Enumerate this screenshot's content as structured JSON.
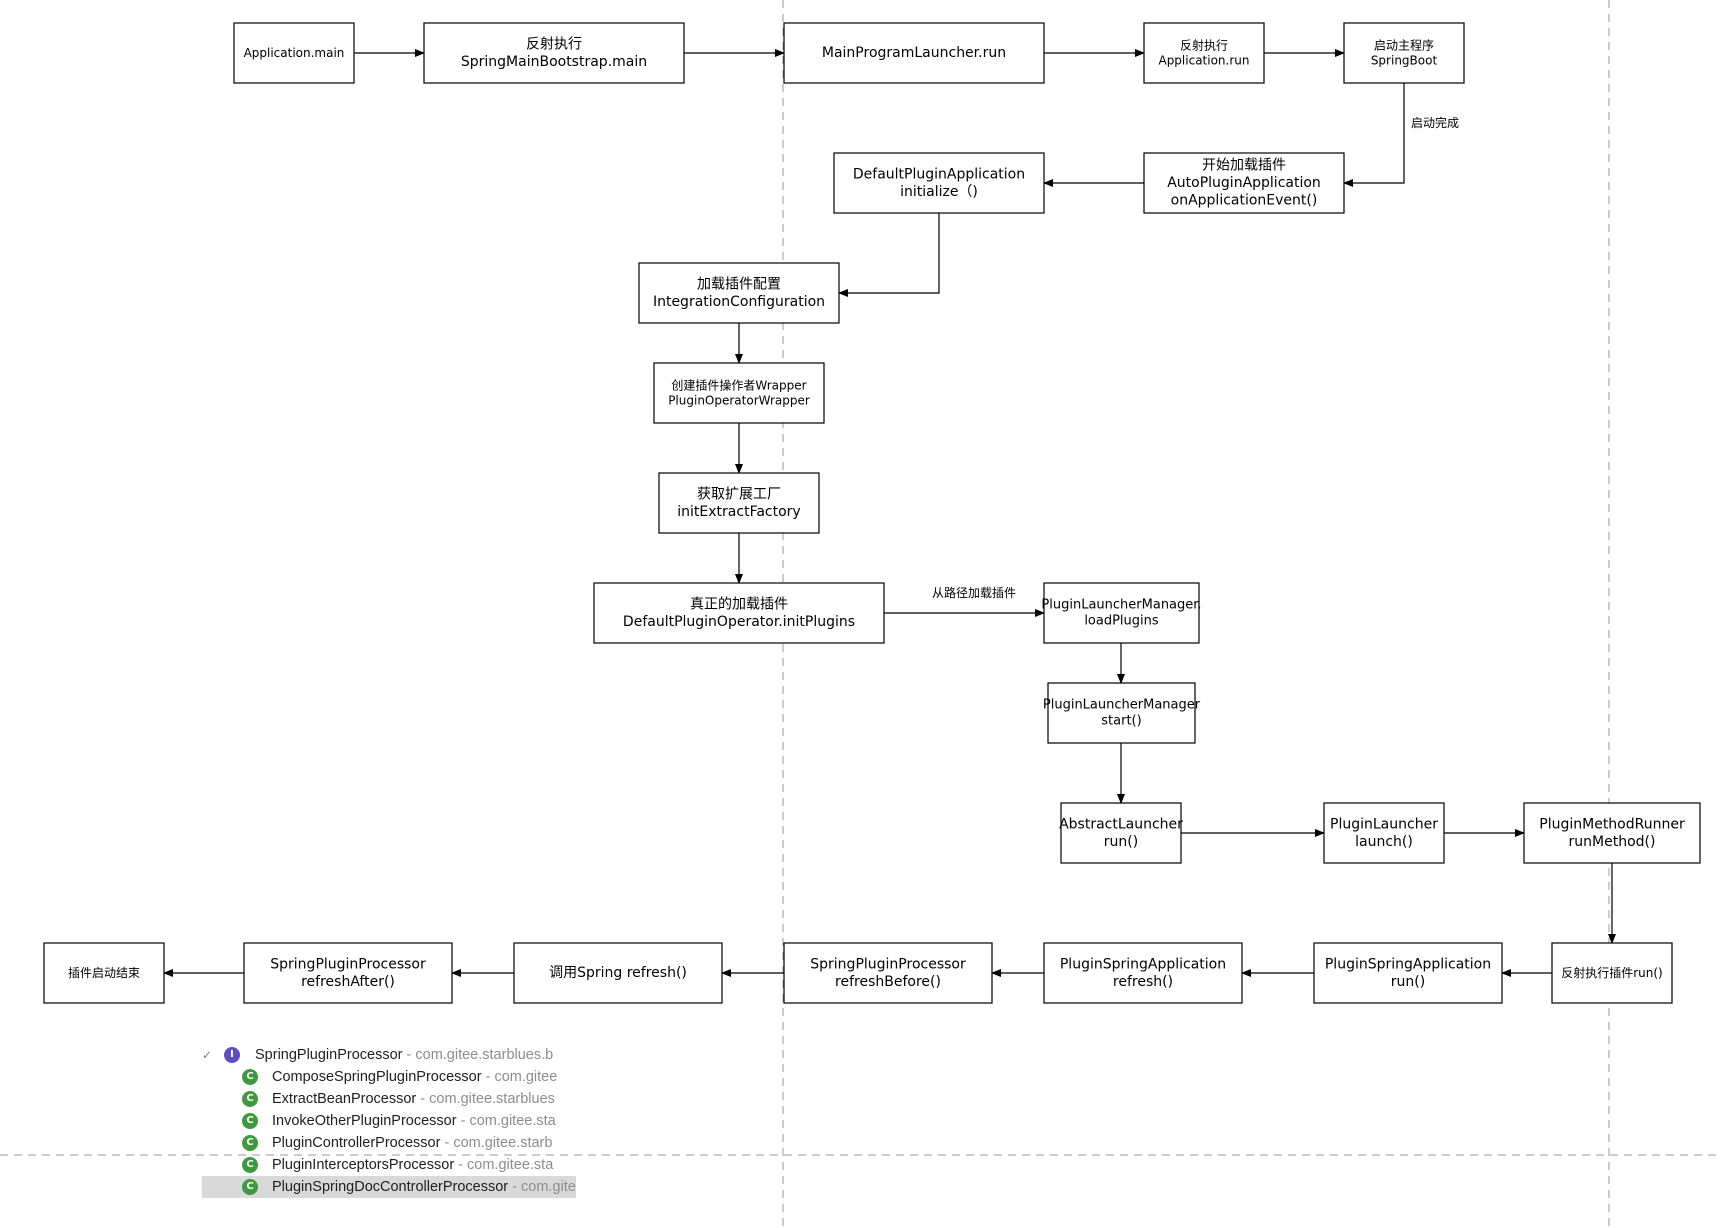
{
  "nodes": {
    "app_main": {
      "lines": [
        "Application.main"
      ]
    },
    "reflect_bootstrap": {
      "lines": [
        "反射执行",
        "SpringMainBootstrap.main"
      ]
    },
    "launcher_run": {
      "lines": [
        "MainProgramLauncher.run"
      ]
    },
    "reflect_app_run": {
      "lines": [
        "反射执行",
        "Application.run"
      ]
    },
    "start_springboot": {
      "lines": [
        "启动主程序",
        "SpringBoot"
      ]
    },
    "auto_plugin": {
      "lines": [
        "开始加载插件",
        "AutoPluginApplication",
        "onApplicationEvent()"
      ]
    },
    "default_plugin_app": {
      "lines": [
        "DefaultPluginApplication",
        "initialize（)"
      ]
    },
    "integration_config": {
      "lines": [
        "加载插件配置",
        "IntegrationConfiguration"
      ]
    },
    "operator_wrapper": {
      "lines": [
        "创建插件操作者Wrapper",
        "PluginOperatorWrapper"
      ]
    },
    "extract_factory": {
      "lines": [
        "获取扩展工厂",
        "initExtractFactory"
      ]
    },
    "init_plugins": {
      "lines": [
        "真正的加载插件",
        "DefaultPluginOperator.initPlugins"
      ]
    },
    "load_plugins": {
      "lines": [
        "PluginLauncherManager.",
        "loadPlugins"
      ]
    },
    "manager_start": {
      "lines": [
        "PluginLauncherManager",
        "start()"
      ]
    },
    "abstract_launcher": {
      "lines": [
        "AbstractLauncher",
        "run()"
      ]
    },
    "plugin_launcher": {
      "lines": [
        "PluginLauncher",
        "launch()"
      ]
    },
    "method_runner": {
      "lines": [
        "PluginMethodRunner",
        "runMethod()"
      ]
    },
    "reflect_plugin_run": {
      "lines": [
        "反射执行插件run()"
      ]
    },
    "spring_app_run": {
      "lines": [
        "PluginSpringApplication",
        "run()"
      ]
    },
    "spring_app_refresh": {
      "lines": [
        "PluginSpringApplication",
        "refresh()"
      ]
    },
    "refresh_before": {
      "lines": [
        "SpringPluginProcessor",
        "refreshBefore()"
      ]
    },
    "call_refresh": {
      "lines": [
        "调用Spring refresh()"
      ]
    },
    "refresh_after": {
      "lines": [
        "SpringPluginProcessor",
        "refreshAfter()"
      ]
    },
    "plugin_end": {
      "lines": [
        "插件启动结束"
      ]
    }
  },
  "edge_labels": {
    "startup_done": "启动完成",
    "load_from_path": "从路径加载插件"
  },
  "tree": {
    "chevron": "✓",
    "root": {
      "icon": "interface-icon",
      "icon_letter": "I",
      "name": "SpringPluginProcessor",
      "package": " - com.gitee.starblues.b"
    },
    "children": [
      {
        "icon": "class-icon",
        "icon_letter": "C",
        "name": "ComposeSpringPluginProcessor",
        "package": " - com.gitee"
      },
      {
        "icon": "class-icon",
        "icon_letter": "C",
        "name": "ExtractBeanProcessor",
        "package": " - com.gitee.starblues"
      },
      {
        "icon": "class-icon",
        "icon_letter": "C",
        "name": "InvokeOtherPluginProcessor",
        "package": " - com.gitee.sta"
      },
      {
        "icon": "class-icon",
        "icon_letter": "C",
        "name": "PluginControllerProcessor",
        "package": " - com.gitee.starb"
      },
      {
        "icon": "class-icon",
        "icon_letter": "C",
        "name": "PluginInterceptorsProcessor",
        "package": " - com.gitee.sta"
      },
      {
        "icon": "class-icon",
        "icon_letter": "C",
        "name": "PluginSpringDocControllerProcessor",
        "package": " - com.gitee",
        "selected": true
      }
    ]
  },
  "colors": {
    "class_icon": "#3e9a3e",
    "interface_icon": "#5b4fc4",
    "selection": "#d9d9d9",
    "package_text": "#8c8c8c"
  }
}
